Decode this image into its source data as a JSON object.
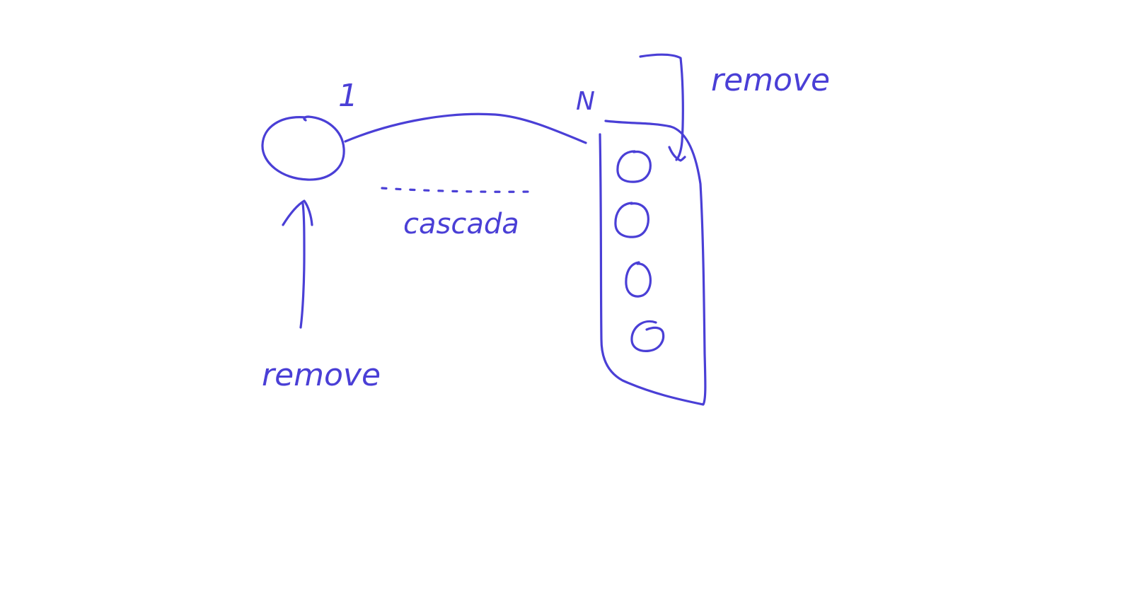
{
  "colors": {
    "ink": "#4a3fd6",
    "background": "#ffffff"
  },
  "labels": {
    "one": "1",
    "many": "N",
    "remove_top": "remove",
    "remove_bottom": "remove",
    "cascade": "cascada"
  }
}
